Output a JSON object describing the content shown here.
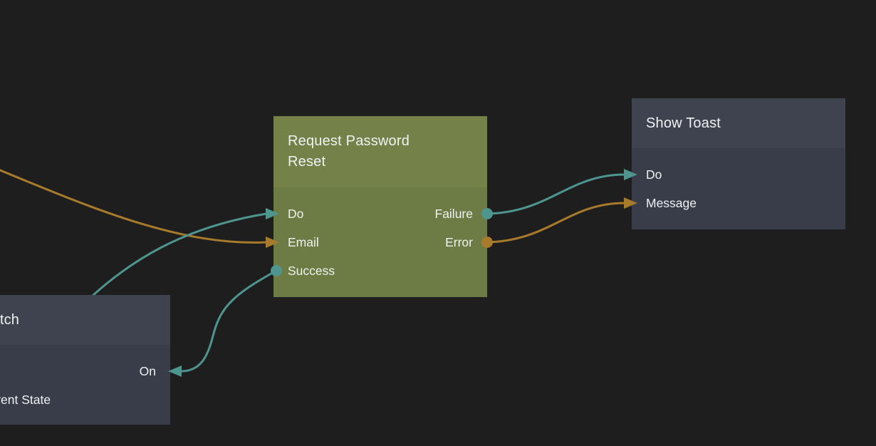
{
  "colors": {
    "background": "#1e1e1e",
    "signal": "#4e948f",
    "data": "#a87a2b",
    "node_header_dark": "#3e434f",
    "node_body_dark": "#393d49",
    "node_header_olive": "#748249",
    "node_body_olive": "#6d7b44",
    "text": "#f0f1f1"
  },
  "nodes": [
    {
      "id": "switch",
      "title": "Switch",
      "rows": [
        {
          "left": "",
          "right": "On"
        },
        {
          "left": "Current State",
          "right": ""
        }
      ]
    },
    {
      "id": "request-password-reset",
      "title": "Request Password Reset",
      "rows": [
        {
          "left": "Do",
          "right": "Failure"
        },
        {
          "left": "Email",
          "right": "Error"
        },
        {
          "left": "Success",
          "right": ""
        }
      ]
    },
    {
      "id": "show-toast",
      "title": "Show Toast",
      "rows": [
        {
          "left": "Do",
          "right": ""
        },
        {
          "left": "Message",
          "right": ""
        }
      ]
    }
  ],
  "connections": [
    {
      "from": "off-screen-left",
      "to": "Request Password Reset.Email",
      "type": "data"
    },
    {
      "from": "off-screen-behind-switch",
      "to": "Request Password Reset.Do",
      "type": "signal"
    },
    {
      "from": "Request Password Reset.Success",
      "to": "Switch.On",
      "type": "signal"
    },
    {
      "from": "Request Password Reset.Failure",
      "to": "Show Toast.Do",
      "type": "signal"
    },
    {
      "from": "Request Password Reset.Error",
      "to": "Show Toast.Message",
      "type": "data"
    }
  ]
}
